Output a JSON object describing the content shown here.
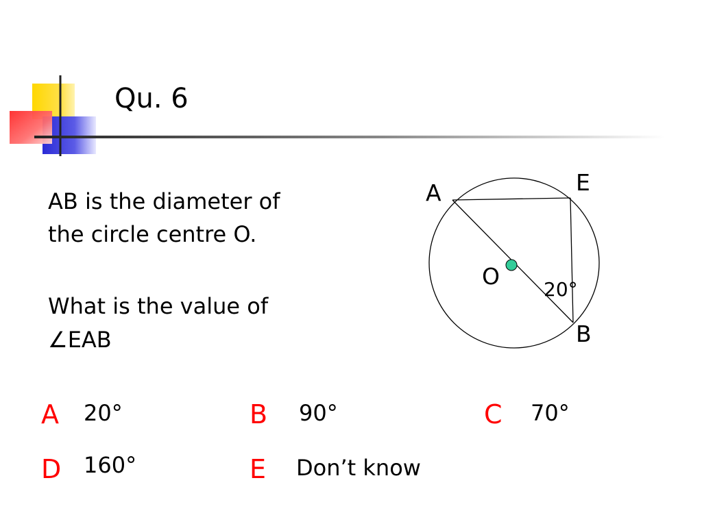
{
  "slide": {
    "title": "Qu. 6",
    "question_line1": "AB is the diameter of",
    "question_line2": "the circle centre O.",
    "question_line3": "What is the value of",
    "angle_symbol": "∠",
    "angle_name": "EAB"
  },
  "diagram": {
    "labels": {
      "a": "A",
      "e": "E",
      "o": "O",
      "b": "B"
    },
    "angle_label": "20°",
    "centre_dot_color": "#33cc99",
    "line_color": "#000000"
  },
  "options": [
    {
      "letter": "A",
      "text": "20°"
    },
    {
      "letter": "B",
      "text": "90°"
    },
    {
      "letter": "C",
      "text": "70°"
    },
    {
      "letter": "D",
      "text": "160°"
    },
    {
      "letter": "E",
      "text": "Don’t know"
    }
  ],
  "colors": {
    "option_letter": "#ff0000",
    "deco_yellow": "#ffd700",
    "deco_blue": "#2b2bd6",
    "deco_red": "#ff3b3b"
  }
}
